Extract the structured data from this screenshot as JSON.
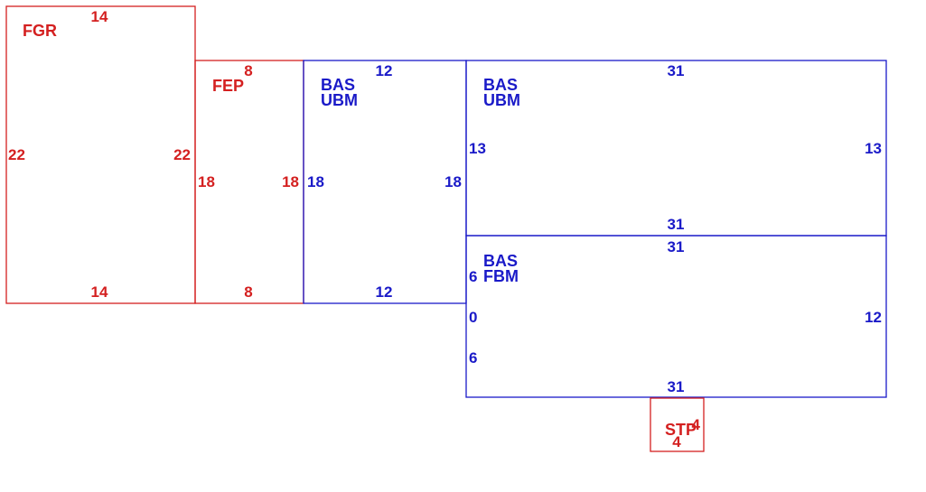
{
  "colors": {
    "red": "#d42020",
    "blue": "#1a1ac8"
  },
  "areas": [
    {
      "id": "fgr",
      "color": "red",
      "lines": [
        "FGR"
      ],
      "dims": {
        "top": "14",
        "bottom": "14",
        "left": "22",
        "right": "22"
      }
    },
    {
      "id": "fep",
      "color": "red",
      "lines": [
        "FEP"
      ],
      "dims": {
        "top": "8",
        "bottom": "8",
        "left": "18",
        "right": "18"
      }
    },
    {
      "id": "bas-ubm-1",
      "color": "blue",
      "lines": [
        "BAS",
        "UBM"
      ],
      "dims": {
        "top": "12",
        "bottom": "12",
        "left": "18",
        "right": "18"
      }
    },
    {
      "id": "bas-ubm-2",
      "color": "blue",
      "lines": [
        "BAS",
        "UBM"
      ],
      "dims": {
        "top": "31",
        "bottom": "31",
        "left": "13",
        "right": "13"
      }
    },
    {
      "id": "bas-fbm",
      "color": "blue",
      "lines": [
        "BAS",
        "FBM"
      ],
      "dims": {
        "top": "31",
        "bottom": "31",
        "left_upper": "6",
        "left_mid": "0",
        "left_lower": "6",
        "right": "12"
      }
    },
    {
      "id": "stp",
      "color": "red",
      "lines": [
        "STP"
      ],
      "dims": {
        "right": "4",
        "bottom": "4"
      }
    }
  ]
}
